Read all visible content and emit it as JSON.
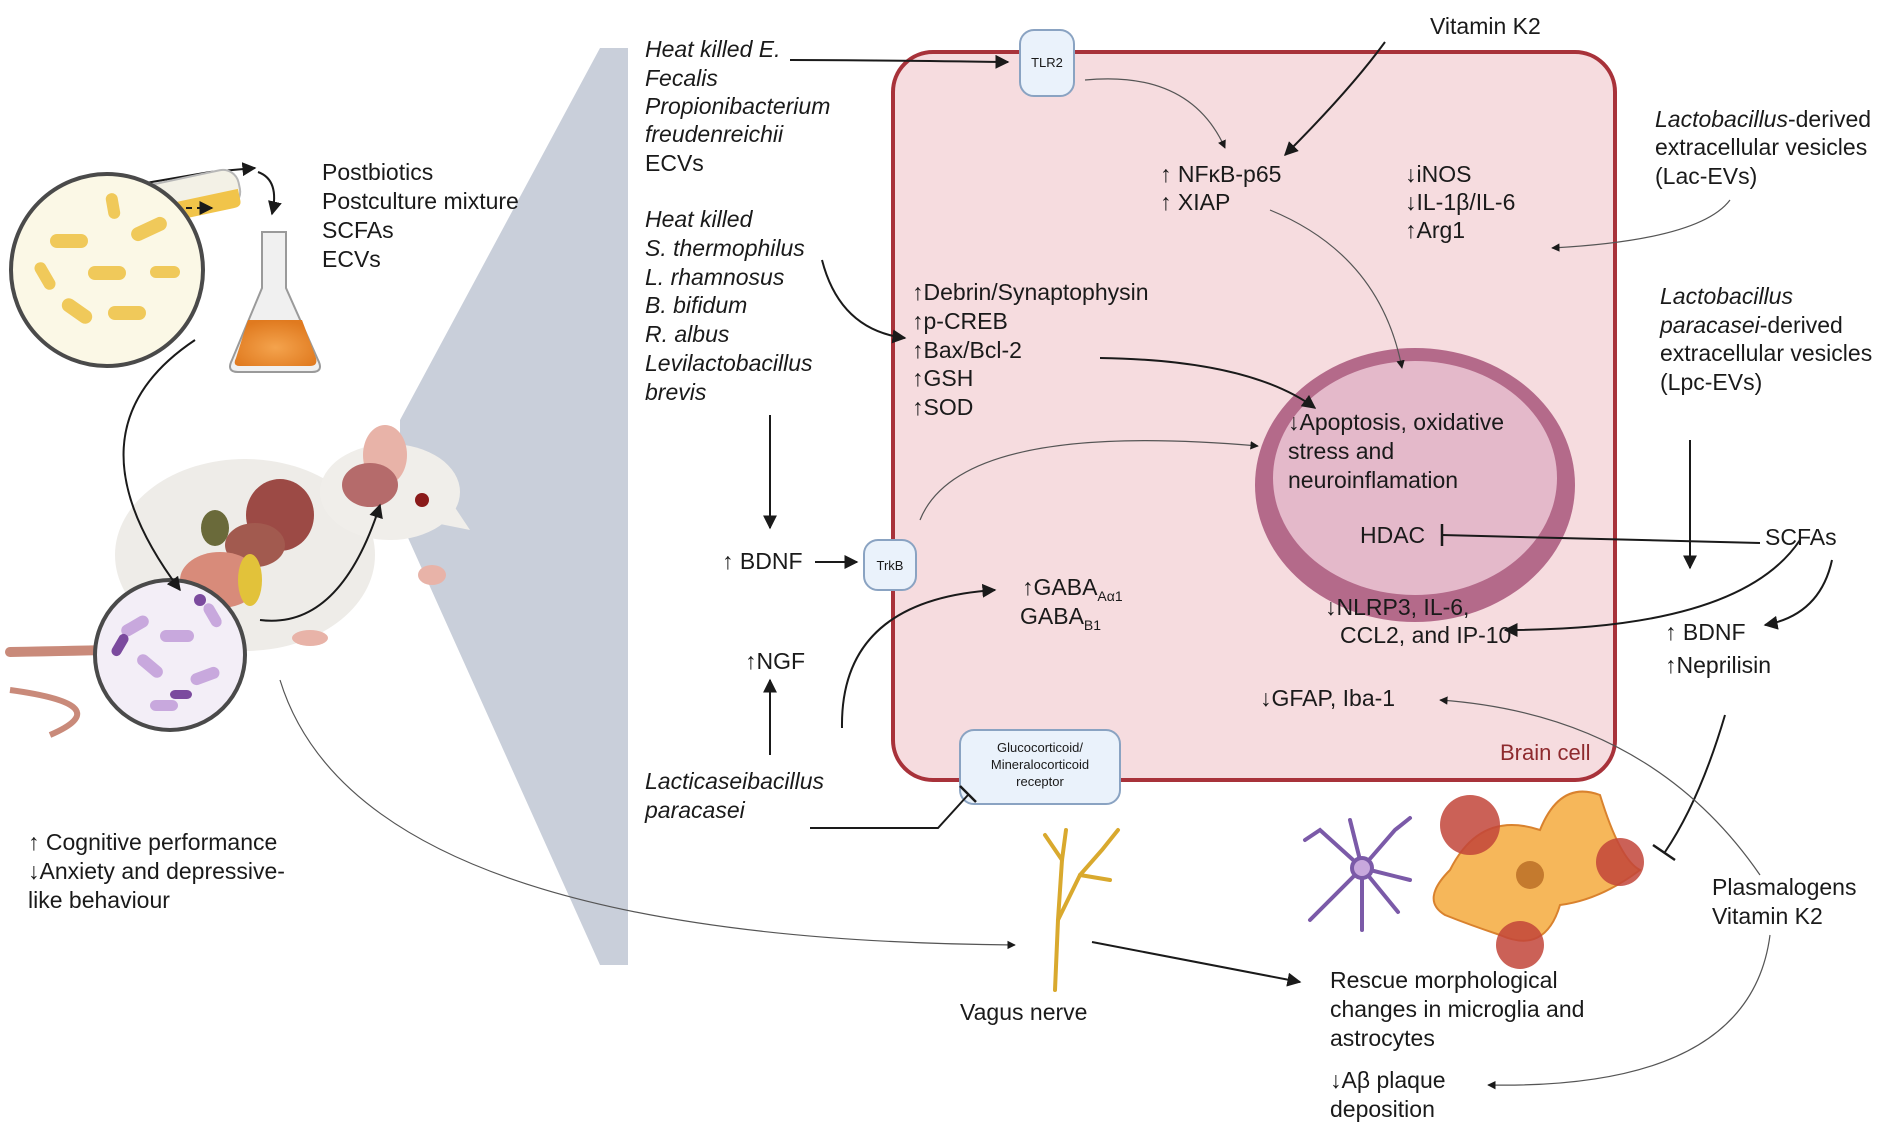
{
  "postbiotics_list": [
    "Postbiotics",
    "Postculture mixture",
    "SCFAs",
    "ECVs"
  ],
  "heat_killed_1": [
    "Heat killed E.",
    "Fecalis",
    "Propionibacterium",
    "freudenreichii"
  ],
  "heat_killed_1_extra": "ECVs",
  "heat_killed_2": [
    "Heat killed",
    "S. thermophilus",
    "L. rhamnosus",
    "B. bifidum",
    "R. albus",
    "Levilactobacillus",
    "brevis"
  ],
  "tlr2": "TLR2",
  "vitamin_k2_top": "Vitamin K2",
  "nfkb": [
    "↑ NFκB-p65",
    "↑ XIAP"
  ],
  "inos": [
    "↓iNOS",
    "↓IL-1β/IL-6",
    "↑Arg1"
  ],
  "lac_evs": {
    "genus": "Lactobacillus",
    "rest": "-derived",
    "lines": [
      "extracellular vesicles",
      "(Lac-EVs)"
    ]
  },
  "lpc_evs": {
    "lines_italic": [
      "Lactobacillus",
      "paracasei"
    ],
    "genus_suffix": "-derived",
    "lines": [
      "extracellular vesicles",
      "(Lpc-EVs)"
    ]
  },
  "debrin_list": [
    "↑Debrin/Synaptophysin",
    "↑p-CREB",
    "↑Bax/Bcl-2",
    "↑GSH",
    "↑SOD"
  ],
  "nucleus": [
    "↓Apoptosis, oxidative",
    "stress and",
    "neuroinflamation"
  ],
  "hdac": "HDAC",
  "scfas": "SCFAs",
  "bdnf_left": "↑ BDNF",
  "trkb": "TrkB",
  "gaba_a": {
    "main": "↑GABA",
    "sub": "Aα1"
  },
  "gaba_b": {
    "main": "GABA",
    "sub": "B1"
  },
  "nlrp3": [
    "↓NLRP3, IL-6,",
    "CCL2, and IP-10"
  ],
  "bdnf_right": [
    "↑ BDNF",
    "↑Neprilisin"
  ],
  "ngf": "↑NGF",
  "gfap": "↓GFAP, Iba-1",
  "brain_cell": "Brain cell",
  "lacticaseibacillus": [
    "Lacticaseibacillus",
    "paracasei"
  ],
  "glucocorticoid": [
    "Glucocorticoid/",
    "Mineralocorticoid",
    "receptor"
  ],
  "cognitive": [
    "↑ Cognitive performance",
    "↓Anxiety and depressive-",
    "like behaviour"
  ],
  "plasmalogens": [
    "Plasmalogens",
    "Vitamin K2"
  ],
  "vagus": "Vagus nerve",
  "rescue": [
    "Rescue morphological",
    "changes in microglia and",
    "astrocytes"
  ],
  "abeta": [
    "↓Aβ plaque",
    "deposition"
  ],
  "colors": {
    "cell_fill": "#f6dcdf",
    "cell_border": "#a8323a",
    "nucleus_ring": "#b46a8a",
    "nucleus_fill": "#e4b9ca",
    "receptor_fill": "#eaf2fb",
    "receptor_border": "#8aa3c2",
    "cone": "#c9cfda"
  }
}
